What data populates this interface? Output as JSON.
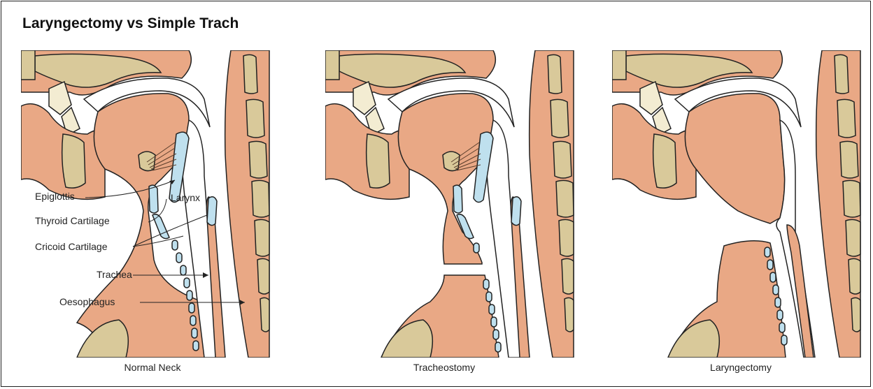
{
  "title": "Laryngectomy vs Simple Trach",
  "colors": {
    "tissue": "#e9a885",
    "bone": "#d9c99a",
    "cartilage": "#bfe0ee",
    "outline": "#222222",
    "air": "#ffffff",
    "light_bone": "#f3ecd2"
  },
  "panels": [
    {
      "caption": "Normal Neck"
    },
    {
      "caption": "Tracheostomy"
    },
    {
      "caption": "Laryngectomy"
    }
  ],
  "labels": {
    "epiglottis": "Epiglottis",
    "larynx": "Larynx",
    "thyroid_cartilage": "Thyroid Cartilage",
    "cricoid_cartilage": "Cricoid Cartilage",
    "trachea": "Trachea",
    "oesophagus": "Oesophagus"
  }
}
